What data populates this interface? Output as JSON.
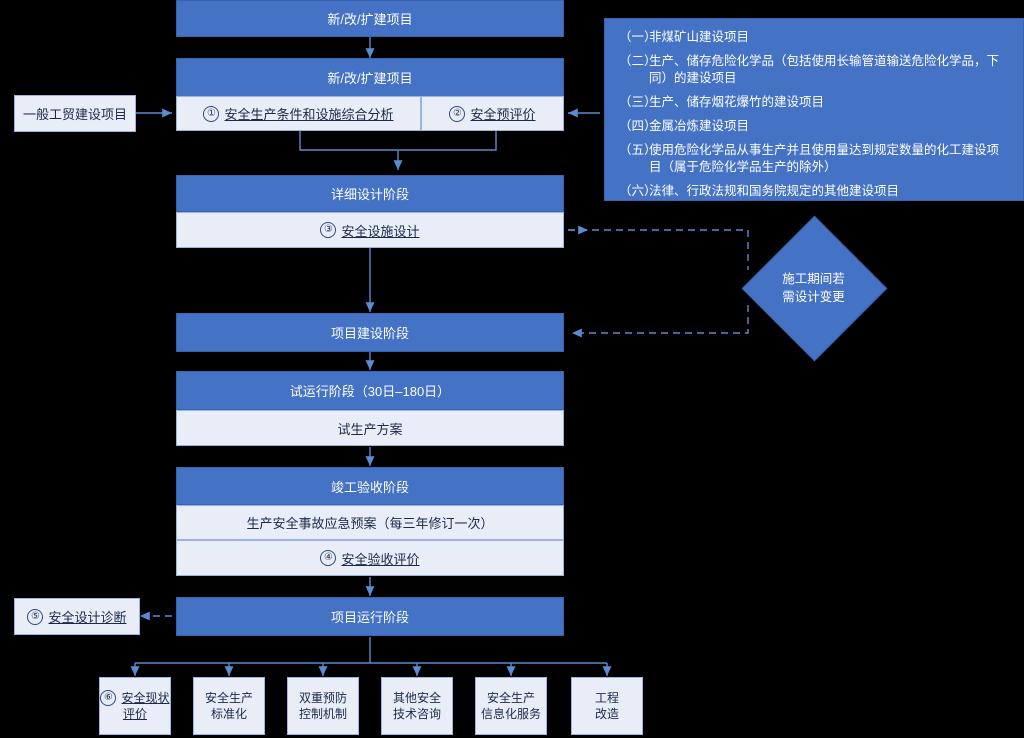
{
  "flow": {
    "top_title": "新/改/扩建项目",
    "left_entry": "一般工贸建设项目",
    "stage2_title": "新/改/扩建项目",
    "stage2_items": [
      {
        "num": "①",
        "label": "安全生产条件和设施综合分析"
      },
      {
        "num": "②",
        "label": "安全预评价"
      }
    ],
    "stage3_title": "详细设计阶段",
    "stage3_item": {
      "num": "③",
      "label": "安全设施设计"
    },
    "diamond": "施工期间若\n需设计变更",
    "diamond_line1": "施工期间若",
    "diamond_line2": "需设计变更",
    "stage4_title": "项目建设阶段",
    "stage5_title": "试运行阶段（30日–180日）",
    "stage5_item": "试生产方案",
    "stage6_title": "竣工验收阶段",
    "stage6_item1": "生产安全事故应急预案（每三年修订一次）",
    "stage6_item2": {
      "num": "④",
      "label": "安全验收评价"
    },
    "stage7_title": "项目运行阶段",
    "left_diagnose": {
      "num": "⑤",
      "label": "安全设计诊断"
    },
    "services": [
      {
        "num": "⑥",
        "line1": "安全现状",
        "line2": "评价"
      },
      {
        "num": "",
        "line1": "安全生产",
        "line2": "标准化"
      },
      {
        "num": "",
        "line1": "双重预防",
        "line2": "控制机制"
      },
      {
        "num": "",
        "line1": "其他安全",
        "line2": "技术咨询"
      },
      {
        "num": "",
        "line1": "安全生产",
        "line2": "信息化服务"
      },
      {
        "num": "",
        "line1": "工程",
        "line2": "改造"
      }
    ]
  },
  "legend": {
    "items": [
      {
        "marker": "（一）",
        "text": "非煤矿山建设项目"
      },
      {
        "marker": "（二）",
        "text": "生产、储存危险化学品（包括使用长输管道输送危险化学品，下同）的建设项目"
      },
      {
        "marker": "（三）",
        "text": "生产、储存烟花爆竹的建设项目"
      },
      {
        "marker": "（四）",
        "text": "金属冶炼建设项目"
      },
      {
        "marker": "（五）",
        "text": "使用危险化学品从事生产并且使用量达到规定数量的化工建设项目（属于危险化学品生产的除外）"
      },
      {
        "marker": "（六）",
        "text": "法律、行政法规和国务院规定的其他建设项目"
      }
    ]
  },
  "colors": {
    "header_blue": "#4472c4",
    "panel_light": "#e8edf7",
    "border_blue": "#9cb3de",
    "line_blue": "#5b8bd0",
    "text_dark": "#1b2a4a"
  }
}
